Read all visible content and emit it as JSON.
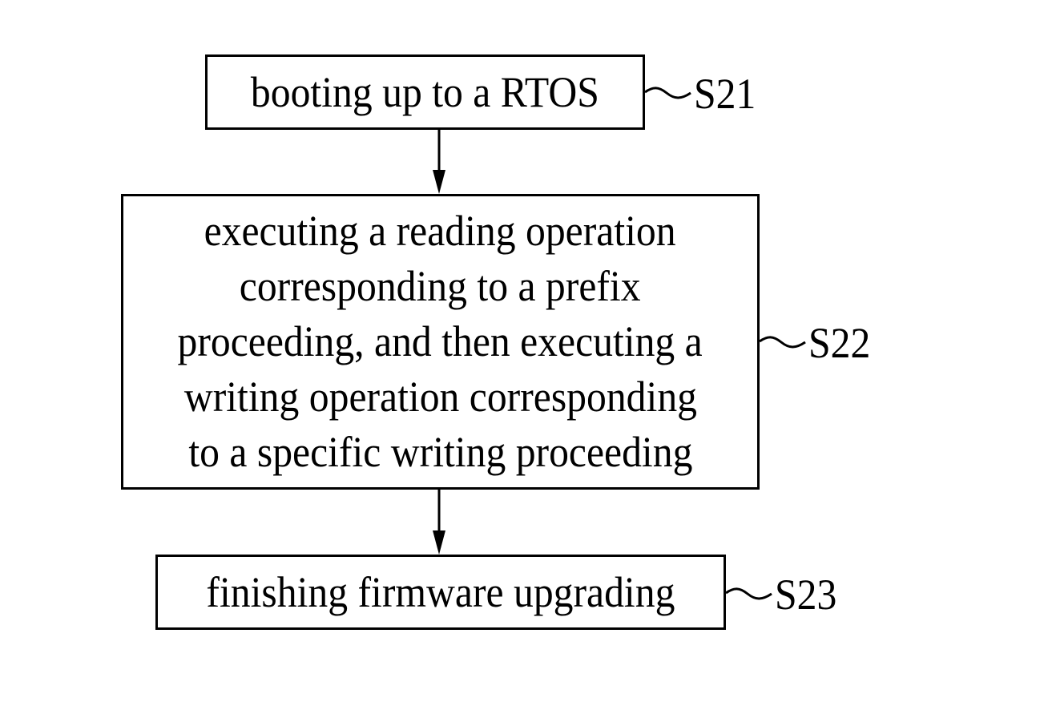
{
  "steps": [
    {
      "id": "S21",
      "label": "S21",
      "lines": [
        "booting up to a RTOS"
      ]
    },
    {
      "id": "S22",
      "label": "S22",
      "lines": [
        "executing a reading operation",
        "corresponding to a prefix",
        "proceeding, and then executing a",
        "writing operation corresponding",
        "to a specific writing proceeding"
      ]
    },
    {
      "id": "S23",
      "label": "S23",
      "lines": [
        "finishing firmware upgrading"
      ]
    }
  ],
  "colors": {
    "stroke": "#000000",
    "background": "#ffffff"
  }
}
